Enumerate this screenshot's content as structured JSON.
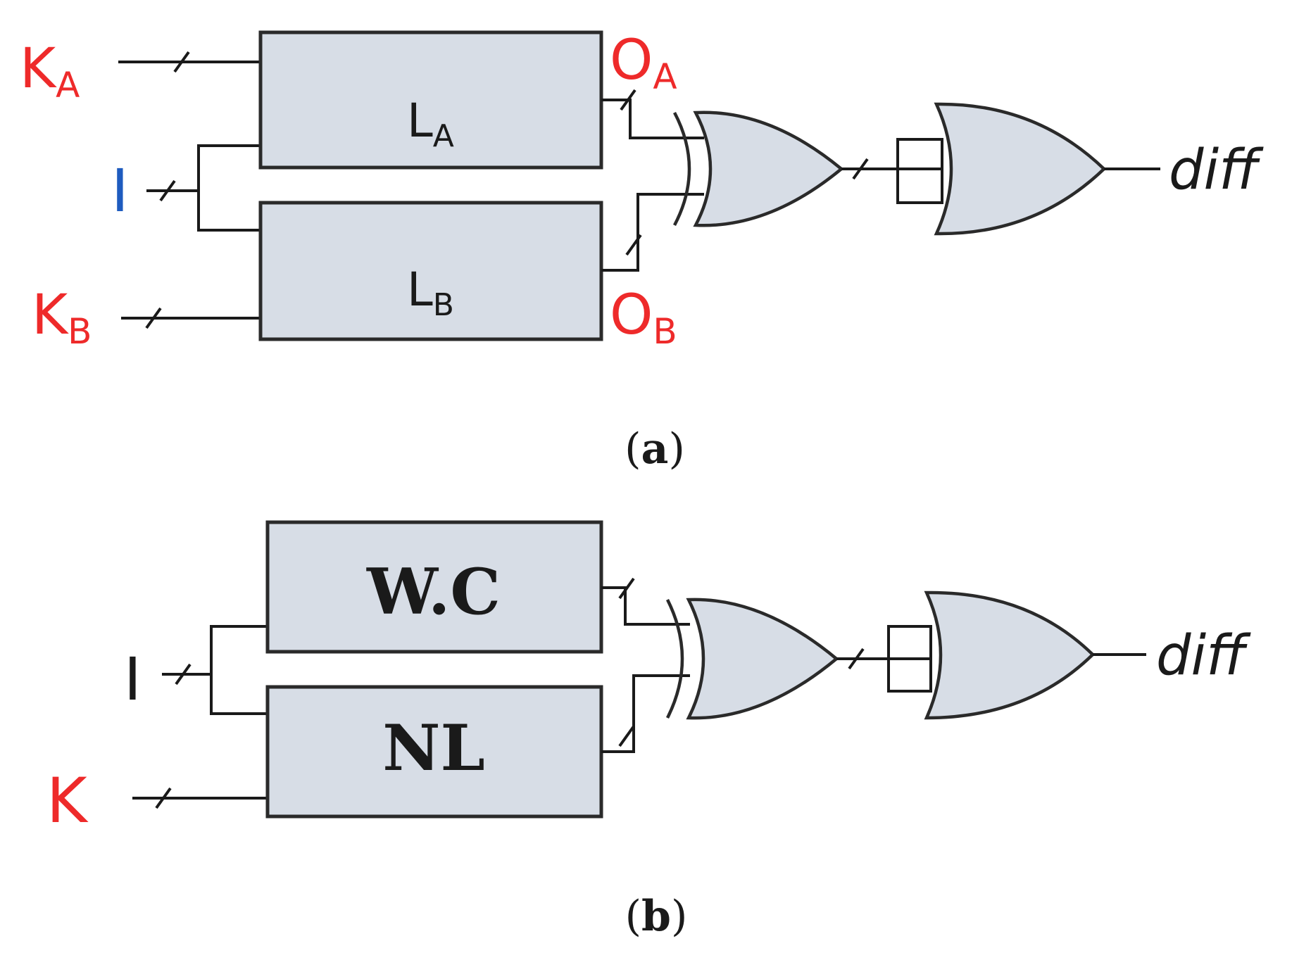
{
  "diagram_a": {
    "input_ka_main": "K",
    "input_ka_sub": "A",
    "input_i": "I",
    "input_kb_main": "K",
    "input_kb_sub": "B",
    "block_la_main": "L",
    "block_la_sub": "A",
    "block_lb_main": "L",
    "block_lb_sub": "B",
    "output_oa_main": "O",
    "output_oa_sub": "A",
    "output_ob_main": "O",
    "output_ob_sub": "B",
    "output_label": "diff",
    "caption_open": "(",
    "caption_letter": "a",
    "caption_close": ")"
  },
  "diagram_b": {
    "input_i": "I",
    "input_k": "K",
    "block_top": "W.C",
    "block_bottom": "NL",
    "output_label": "diff",
    "caption_open": "(",
    "caption_letter": "b",
    "caption_close": ")"
  },
  "colors": {
    "key_label": "#ee2a2a",
    "input_i_a": "#1e5bbf",
    "block_fill": "#d7dde6"
  }
}
